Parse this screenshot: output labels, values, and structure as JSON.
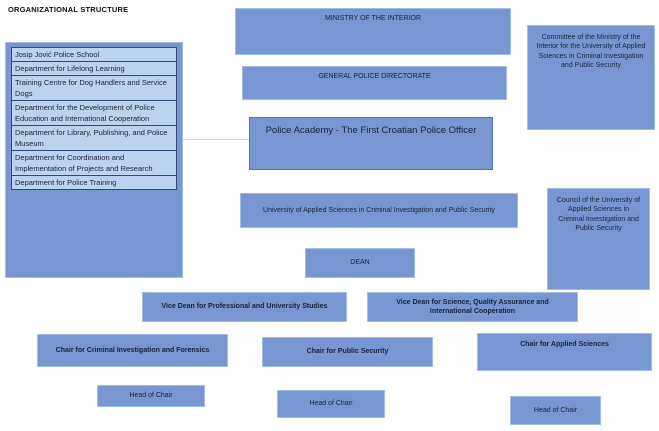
{
  "page": {
    "title": "ORGANIZATIONAL STRUCTURE"
  },
  "colors": {
    "box_fill": "#7796d2",
    "box_border_light": "#a4bbe2",
    "box_border_dark": "#4f74ae",
    "table_row_fill": "#bdd2ec",
    "table_row_border": "#2f4b79",
    "text": "#18233d"
  },
  "left_table": {
    "items": [
      "Josip Jović Police School",
      "Department for Lifelong Learning",
      "Training Centre for Dog Handlers and Service Dogs",
      "Department for the Development of Police Education and International Cooperation",
      "Department for Library, Publishing, and Police Museum",
      "Department for Coordination and Implementation of Projects and Research",
      "Department for Police Training"
    ]
  },
  "nodes": {
    "ministry": {
      "label": "MINISTRY OF THE INTERIOR"
    },
    "committee": {
      "label": "Committee of the Ministry of the Interior for the University of Applied Sciences in Criminal Investigation and Public Security"
    },
    "directorate": {
      "label": "GENERAL POLICE DIRECTORATE"
    },
    "academy": {
      "label": "Police Academy - The First Croatian Police Officer"
    },
    "university": {
      "label": "University of Applied Sciences in Criminal Investigation and Public Security"
    },
    "council": {
      "label": "Council of the University of Applied Sciences in Criminal Investigation and Public Security"
    },
    "dean": {
      "label": "DEAN"
    },
    "vice_dean_professional": {
      "label": "Vice Dean for Professional and University Studies"
    },
    "vice_dean_science": {
      "label": "Vice Dean for Science, Quality Assurance and International Cooperation"
    },
    "chair_criminal": {
      "label": "Chair for Criminal Investigation and Forensics"
    },
    "chair_public": {
      "label": "Chair for Public Security"
    },
    "chair_applied": {
      "label": "Chair for Applied Sciences"
    },
    "head_of_chair_1": {
      "label": "Head of Chair"
    },
    "head_of_chair_2": {
      "label": "Head of Chair"
    },
    "head_of_chair_3": {
      "label": "Head of Chair"
    }
  }
}
